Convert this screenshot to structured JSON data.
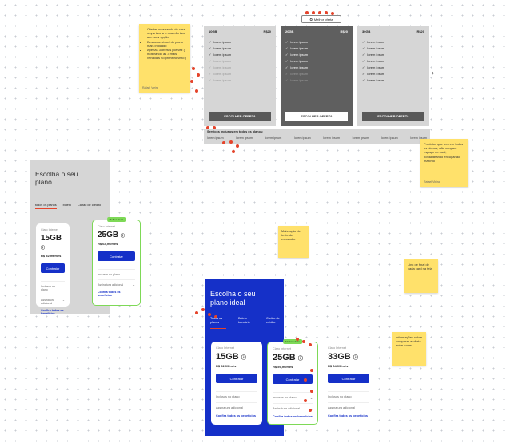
{
  "selector_label": "Melhor oferta",
  "sticky_notes": {
    "top_left": {
      "bullets": [
        "Ofertas mostrando de cara o que tem e o que não tem em cada opção",
        "Destaque visual do plano mais indicado",
        "Apenas 3 ofertas por vez ( mostrando as 3 mais vendidas no primeiro visto )"
      ],
      "author": "Rafael Vieira"
    },
    "right": {
      "text": "Produtos que tem em todos os planos, não ocupam espaço no card, possibilitando enxugar ao máximo",
      "author": "Rafael Vieira"
    },
    "mid": {
      "text": "Mais ação de teste de expansão"
    },
    "right2": {
      "text": "Link de final de cada card na tela"
    },
    "right3": {
      "text": "Informações sobre comparar a oferta entre todas"
    }
  },
  "comparison": {
    "columns": [
      {
        "name": "10GB",
        "price": "R$20",
        "button": "ESCOLHER OFERTA"
      },
      {
        "name": "20GB",
        "price": "R$20",
        "button": "ESCOLHER OFERTA"
      },
      {
        "name": "30GB",
        "price": "R$20",
        "button": "ESCOLHER OFERTA"
      }
    ],
    "item_label": "lorem ipsum",
    "next_arrow": "›",
    "services_title": "Serviços inclusos em todos os planos:",
    "services": [
      "lorem ipsum",
      "lorem ipsum",
      "lorem ipsum",
      "lorem ipsum",
      "lorem ipsum",
      "lorem ipsum",
      "lorem ipsum",
      "lorem ipsum"
    ]
  },
  "mobile": {
    "title": "Escolha o seu plano",
    "tabs": [
      "todos os planos",
      "boleto",
      "Cartão de crédito"
    ],
    "cards": [
      {
        "label": "Claro Internet",
        "gb": "15GB",
        "price": "R$ 52,99/mês",
        "cta": "Contratar",
        "exp1": "Inclusos no plano",
        "exp2": "Assinatura adicional",
        "link": "Confira todos os benefícios"
      },
      {
        "label": "Claro Internet",
        "gb": "25GB",
        "price": "R$ 64,99/mês",
        "cta": "Contratar",
        "exp1": "Inclusos no plano",
        "exp2": "Assinatura adicional",
        "link": "Confira todos os benefícios",
        "tag": "Melhor oferta"
      }
    ]
  },
  "desktop_blue": {
    "title": "Escolha o seu plano ideal",
    "tabs": [
      "Todos os planos",
      "Boleto bancário",
      "Cartão de crédito"
    ],
    "cards": [
      {
        "label": "Claro Internet",
        "gb": "15GB",
        "price": "R$ 52,99/mês",
        "cta": "Contratar",
        "exp1": "Inclusos no plano",
        "exp2": "Assinatura adicional",
        "link": "Confira todos os benefícios"
      },
      {
        "label": "Claro Internet",
        "gb": "25GB",
        "price": "R$ 59,99/mês",
        "cta": "Contratar",
        "exp1": "Inclusos no plano",
        "exp2": "Assinatura adicional",
        "link": "Confira todos os benefícios",
        "tag": "Melhor oferta"
      },
      {
        "label": "Claro Internet",
        "gb": "33GB",
        "price": "R$ 64,99/mês",
        "cta": "Contratar",
        "exp1": "Inclusos no plano",
        "exp2": "Assinatura adicional",
        "link": "Confira todos os benefícios"
      }
    ]
  },
  "colors": {
    "brand_blue": "#1530c8",
    "sticky": "#ffe16b",
    "accent_red": "#e5432a",
    "highlight_green": "#7ed957"
  }
}
